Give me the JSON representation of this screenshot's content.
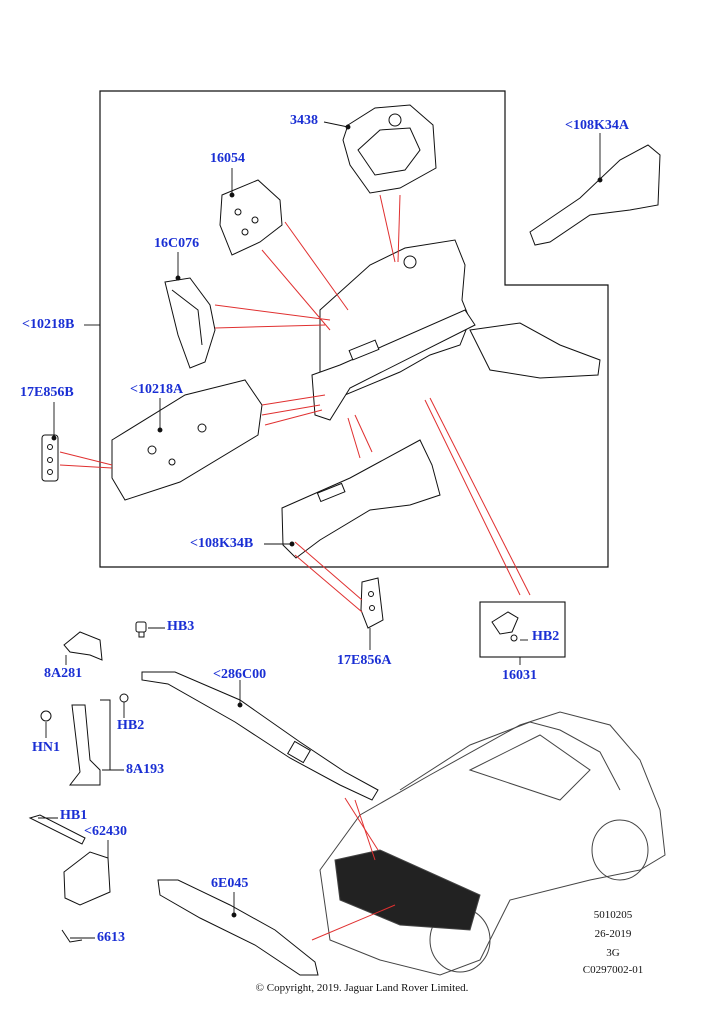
{
  "callouts": {
    "p3438": "3438",
    "p108K34A": "<108K34A",
    "p16054": "16054",
    "p16C076": "16C076",
    "p10218B": "<10218B",
    "p17E856B": "17E856B",
    "p10218A": "<10218A",
    "p108K34B": "<108K34B",
    "p17E856A": "17E856A",
    "p16031": "16031",
    "pHB2a": "HB2",
    "pHB3": "HB3",
    "p8A281": "8A281",
    "p286C00": "<286C00",
    "pHB2b": "HB2",
    "pHN1": "HN1",
    "p8A193": "8A193",
    "pHB1": "HB1",
    "p62430": "<62430",
    "p6E045": "6E045",
    "p6613": "6613"
  },
  "meta": {
    "code": "5010205",
    "date": "26-2019",
    "rev": "3G",
    "ref": "C0297002-01"
  },
  "copyright": "© Copyright, 2019. Jaguar Land Rover Limited.",
  "colors": {
    "callout": "#1a2fd4",
    "leader": "#e03030",
    "line": "#111111"
  }
}
